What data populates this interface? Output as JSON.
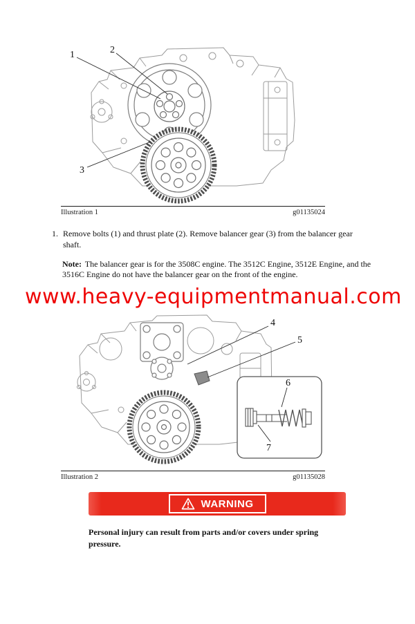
{
  "colors": {
    "watermark_red": "#ee0505",
    "warning_red": "#e8291c",
    "warning_text": "#ffffff"
  },
  "illustration1": {
    "label": "Illustration 1",
    "code": "g01135024",
    "callouts": [
      "1",
      "2",
      "3"
    ]
  },
  "step1": {
    "marker": "1.",
    "text": "Remove bolts (1) and thrust plate (2). Remove balancer gear (3) from the balancer gear shaft."
  },
  "note": {
    "label": "Note:",
    "text": "The balancer gear is for the 3508C engine. The 3512C Engine, 3512E Engine, and the 3516C Engine do not have the balancer gear on the front of the engine."
  },
  "watermark": "www.heavy-equipmentmanual.com",
  "illustration2": {
    "label": "Illustration 2",
    "code": "g01135028",
    "callouts": [
      "4",
      "5",
      "6",
      "7"
    ]
  },
  "warning": {
    "title": "WARNING",
    "body": "Personal injury can result from parts and/or covers under spring pressure."
  }
}
